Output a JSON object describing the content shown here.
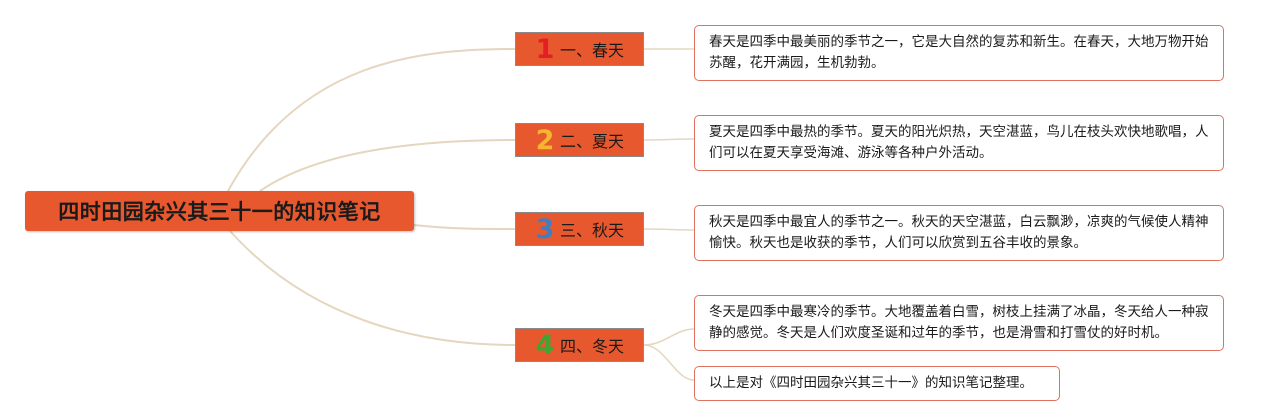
{
  "colors": {
    "node_fill": "#e8582e",
    "connector": "#e5d6bf",
    "note_border": "#e07060",
    "num1": "#e31e24",
    "num2": "#f5b52e",
    "num3": "#3f7fc1",
    "num4": "#3fa535"
  },
  "root": {
    "title": "四时田园杂兴其三十一的知识笔记"
  },
  "branches": [
    {
      "number": "1",
      "label": "一、春天",
      "notes": [
        "春天是四季中最美丽的季节之一，它是大自然的复苏和新生。在春天，大地万物开始苏醒，花开满园，生机勃勃。"
      ]
    },
    {
      "number": "2",
      "label": "二、夏天",
      "notes": [
        "夏天是四季中最热的季节。夏天的阳光炽热，天空湛蓝，鸟儿在枝头欢快地歌唱，人们可以在夏天享受海滩、游泳等各种户外活动。"
      ]
    },
    {
      "number": "3",
      "label": "三、秋天",
      "notes": [
        "秋天是四季中最宜人的季节之一。秋天的天空湛蓝，白云飘渺，凉爽的气候使人精神愉快。秋天也是收获的季节，人们可以欣赏到五谷丰收的景象。"
      ]
    },
    {
      "number": "4",
      "label": "四、冬天",
      "notes": [
        "冬天是四季中最寒冷的季节。大地覆盖着白雪，树枝上挂满了冰晶，冬天给人一种寂静的感觉。冬天是人们欢度圣诞和过年的季节，也是滑雪和打雪仗的好时机。",
        "以上是对《四时田园杂兴其三十一》的知识笔记整理。"
      ]
    }
  ]
}
